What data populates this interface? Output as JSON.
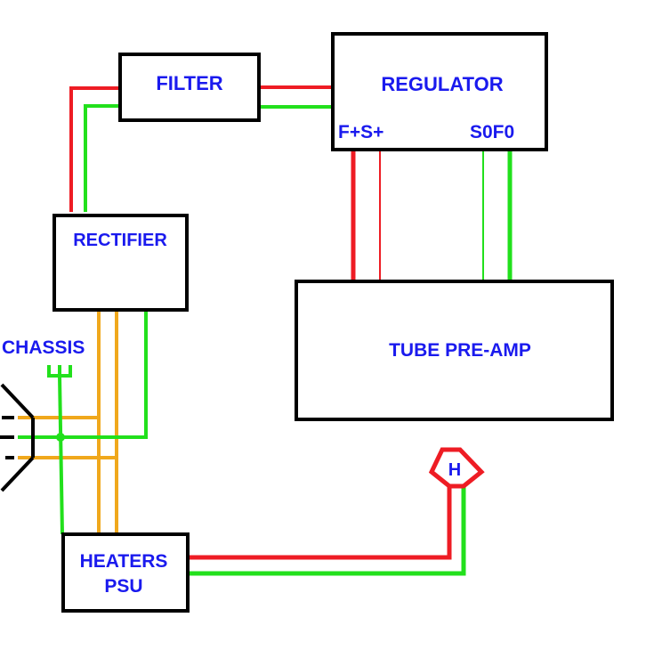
{
  "blocks": {
    "filter": "FILTER",
    "regulator": "REGULATOR",
    "regulator_left_terminals": "F+S+",
    "regulator_right_terminals": "S0F0",
    "rectifier": "RECTIFIER",
    "preamp": "TUBE PRE-AMP",
    "heaters_line1": "HEATERS",
    "heaters_line2": "PSU",
    "chassis": "CHASSIS",
    "heater_symbol": "H"
  },
  "colors": {
    "positive_wire": "#ee1c24",
    "ground_wire": "#22e01c",
    "ac_wire": "#f0a81c",
    "label_text": "#1a1aee",
    "box_border": "#000000"
  }
}
